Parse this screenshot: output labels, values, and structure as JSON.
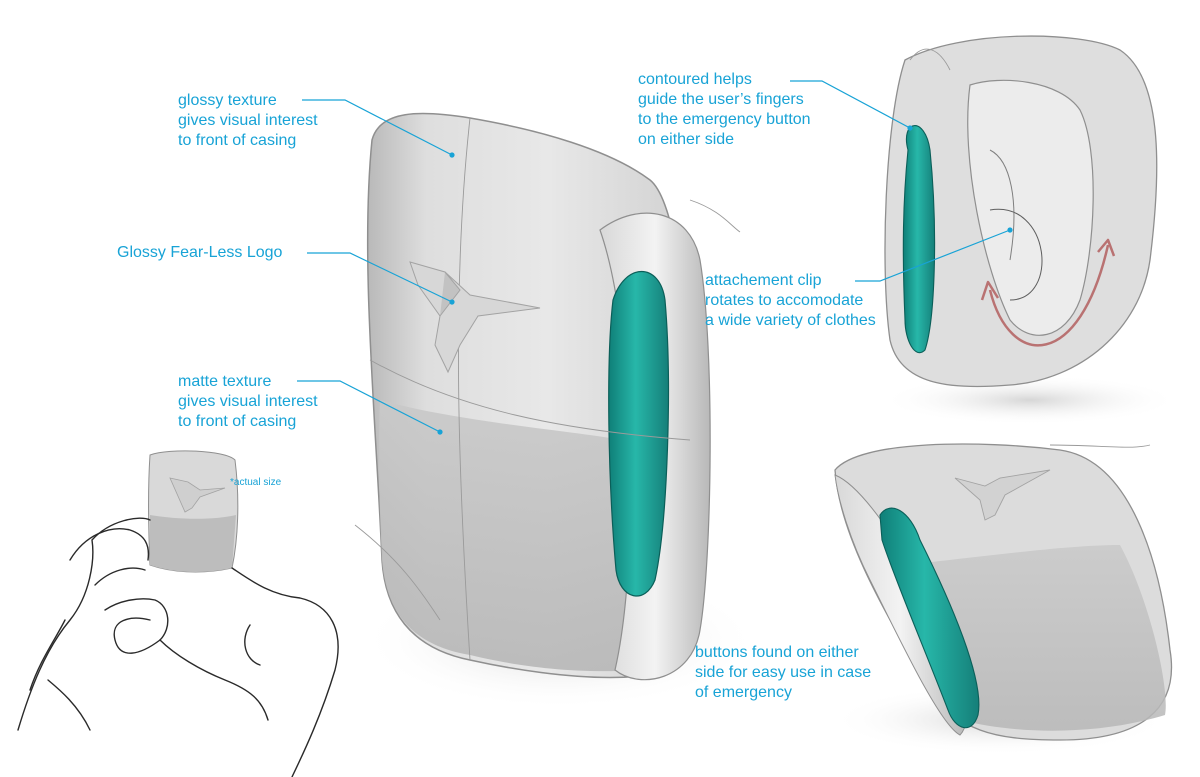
{
  "colors": {
    "callout": "#18a3d6",
    "casing_light": "#e4e4e4",
    "casing_mid": "#cdcdcd",
    "casing_dark": "#a9a9a9",
    "button_teal": "#1fa89b",
    "arrow": "#b97272",
    "hand_outline": "#2a2a2a"
  },
  "callouts": {
    "glossy_texture": [
      "glossy texture",
      "gives visual interest",
      "to front of casing"
    ],
    "logo": [
      "Glossy Fear-Less Logo"
    ],
    "matte_texture": [
      "matte texture",
      "gives visual interest",
      "to front of casing"
    ],
    "actual_size": "*actual size",
    "contoured": [
      "contoured helps",
      "guide the user’s fingers",
      "to the emergency button",
      "on either side"
    ],
    "clip": [
      "attachement clip",
      "rotates to accomodate",
      "a wide variety of clothes"
    ],
    "buttons": [
      "buttons found on either",
      "side for easy use in case",
      "of emergency"
    ]
  },
  "icons": {
    "logo": "hummingbird-logo-icon",
    "rotation": "rotation-arrow-icon"
  }
}
